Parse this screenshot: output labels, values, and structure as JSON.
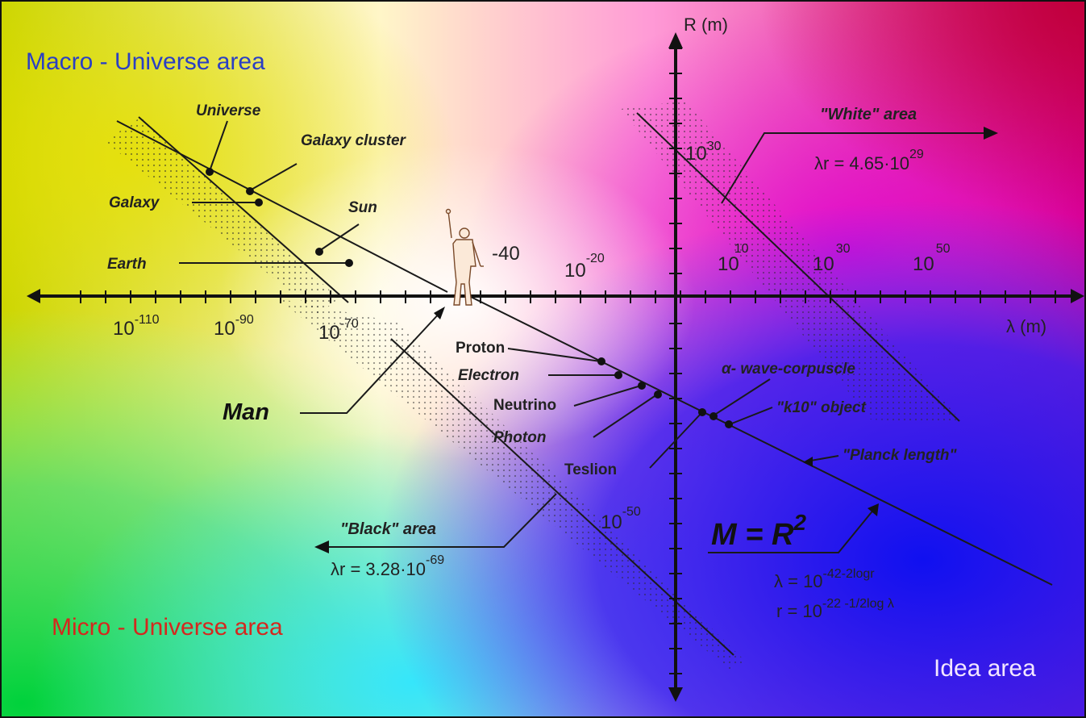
{
  "regions": {
    "macro": "Macro - Universe area",
    "micro": "Micro - Universe area",
    "idea": "Idea area"
  },
  "axes": {
    "y_label": "R (m)",
    "x_label": "λ (m)",
    "x_ticks_left": [
      {
        "base": "10",
        "exp": "-110"
      },
      {
        "base": "10",
        "exp": "-90"
      },
      {
        "base": "10",
        "exp": "-70"
      }
    ],
    "x_ticks_right": [
      {
        "base": "10",
        "exp": "10"
      },
      {
        "base": "10",
        "exp": "30"
      },
      {
        "base": "10",
        "exp": "50"
      }
    ],
    "y_ticks": [
      {
        "base": "10",
        "exp": "30"
      },
      {
        "base": "",
        "exp": "-40"
      },
      {
        "base": "10",
        "exp": "-20"
      },
      {
        "base": "10",
        "exp": "-50"
      }
    ]
  },
  "objects": {
    "universe": "Universe",
    "galaxy_cluster": "Galaxy cluster",
    "galaxy": "Galaxy",
    "sun": "Sun",
    "earth": "Earth",
    "man": "Man",
    "proton": "Proton",
    "electron": "Electron",
    "neutrino": "Neutrino",
    "photon": "Photon",
    "teslion": "Teslion",
    "alpha_wave": "α- wave-corpuscle",
    "k10": "\"k10\" object",
    "planck": "\"Planck length\""
  },
  "areas": {
    "white_title": "\"White\" area",
    "white_formula": {
      "base": "λr = 4.65·10",
      "exp": "29"
    },
    "black_title": "\"Black\" area",
    "black_formula": {
      "base": "λr = 3.28·10",
      "exp": "-69"
    }
  },
  "equation": {
    "main": {
      "base": "M = R",
      "exp": "2"
    },
    "lambda": {
      "base": "λ = 10",
      "exp": "-42-2logr"
    },
    "r": {
      "base": "r = 10",
      "exp": "-22 -1/2log λ"
    }
  },
  "colors": {
    "macro_text": "#2a3fc4",
    "micro_text": "#d4281e",
    "idea_text": "#f3e6ff"
  }
}
